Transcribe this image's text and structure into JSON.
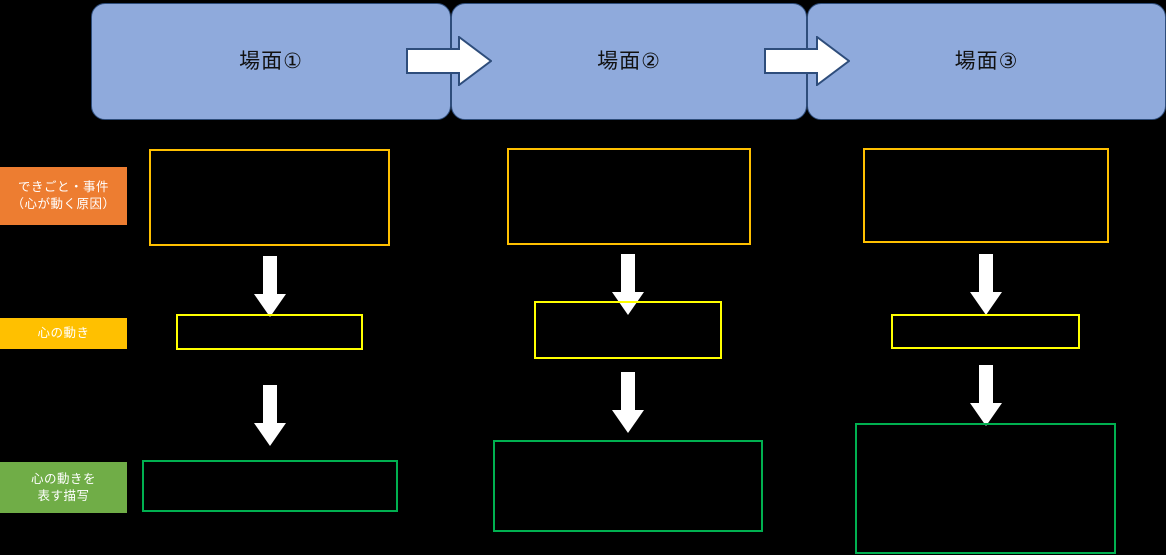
{
  "diagram": {
    "title_row": {
      "scenes": [
        {
          "label": "場面①",
          "name": "scene-1"
        },
        {
          "label": "場面②",
          "name": "scene-2"
        },
        {
          "label": "場面③",
          "name": "scene-3"
        }
      ],
      "arrows": [
        {
          "name": "scene-arrow-1-to-2",
          "direction": "right"
        },
        {
          "name": "scene-arrow-2-to-3",
          "direction": "right"
        }
      ],
      "fill_color": "#8FAADC",
      "border_color": "#2E4D7B",
      "text_color": "#111111"
    },
    "categories": [
      {
        "name": "category-event",
        "line1": "できごと・事件",
        "line2": "（心が動く原因）",
        "color": "#ED7D31",
        "text_color": "#FFFFFF"
      },
      {
        "name": "category-feeling",
        "line1": "心の動き",
        "line2": "",
        "color": "#FFC000",
        "text_color": "#FFFFFF"
      },
      {
        "name": "category-depiction",
        "line1": "心の動きを",
        "line2": "表す描写",
        "color": "#70AD47",
        "text_color": "#FFFFFF"
      }
    ],
    "rows": [
      {
        "row_name": "row-event",
        "border_color": "#FFC000",
        "boxes": [
          {
            "name": "event-box-scene-1",
            "value": ""
          },
          {
            "name": "event-box-scene-2",
            "value": ""
          },
          {
            "name": "event-box-scene-3",
            "value": ""
          }
        ]
      },
      {
        "row_name": "row-feeling",
        "border_color": "#FFFF00",
        "boxes": [
          {
            "name": "feeling-box-scene-1",
            "value": ""
          },
          {
            "name": "feeling-box-scene-2",
            "value": ""
          },
          {
            "name": "feeling-box-scene-3",
            "value": ""
          }
        ]
      },
      {
        "row_name": "row-depiction",
        "border_color": "#00B050",
        "boxes": [
          {
            "name": "depiction-box-scene-1",
            "value": ""
          },
          {
            "name": "depiction-box-scene-2",
            "value": ""
          },
          {
            "name": "depiction-box-scene-3",
            "value": ""
          }
        ]
      }
    ],
    "flow_arrows": [
      {
        "name": "flow-arrow-scene-1-event-to-feeling",
        "direction": "down"
      },
      {
        "name": "flow-arrow-scene-1-feeling-to-depiction",
        "direction": "down"
      },
      {
        "name": "flow-arrow-scene-2-event-to-feeling",
        "direction": "down"
      },
      {
        "name": "flow-arrow-scene-2-feeling-to-depiction",
        "direction": "down"
      },
      {
        "name": "flow-arrow-scene-3-event-to-feeling",
        "direction": "down"
      },
      {
        "name": "flow-arrow-scene-3-feeling-to-depiction",
        "direction": "down"
      }
    ],
    "background_color": "#000000",
    "arrow_color": "#FFFFFF"
  }
}
